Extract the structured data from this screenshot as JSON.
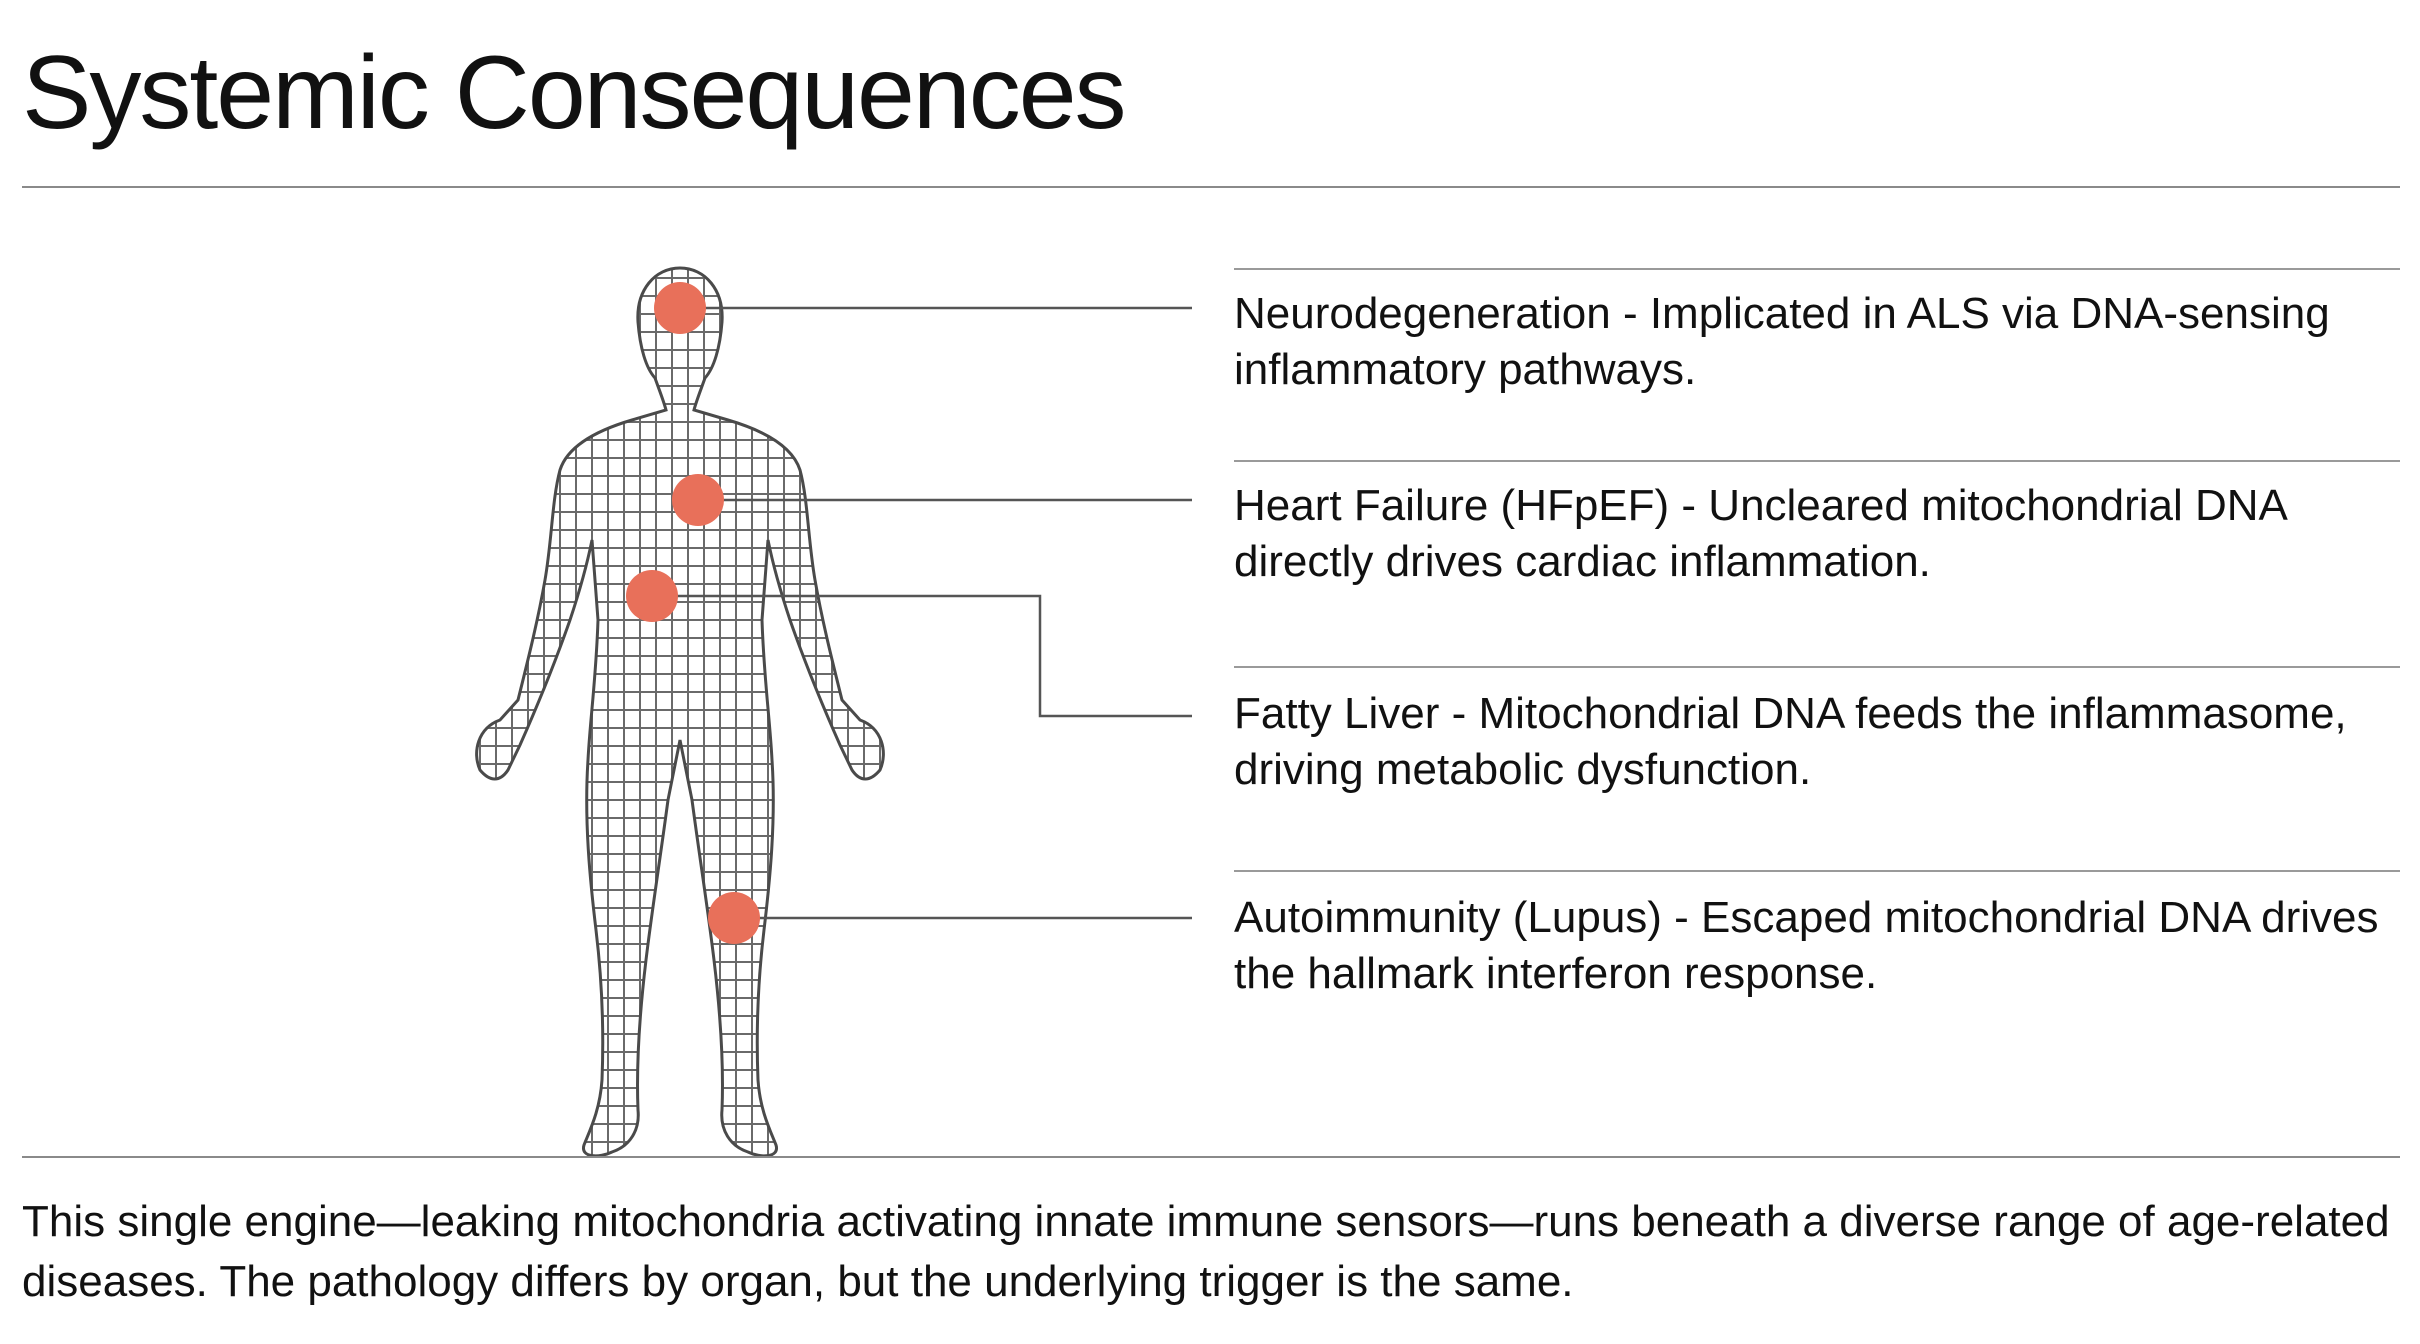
{
  "title": "Systemic Consequences",
  "items": [
    {
      "text": "Neurodegeneration - Implicated in ALS via DNA-sensing inflammatory pathways."
    },
    {
      "text": "Heart Failure (HFpEF) - Uncleared mitochondrial DNA directly drives cardiac inflammation."
    },
    {
      "text": "Fatty Liver - Mitochondrial DNA feeds the inflammasome, driving metabolic dysfunction."
    },
    {
      "text": "Autoimmunity (Lupus) - Escaped mitochondrial DNA drives the hallmark interferon response."
    }
  ],
  "footer": "This single engine—leaking mitochondria activating innate immune sensors—runs beneath a diverse range of age-related diseases. The pathology differs by organ, but the underlying trigger is the same.",
  "colors": {
    "marker": "#e8705a",
    "line": "#555555",
    "rule": "#9a9a9a",
    "figure": "#5a5a5a"
  },
  "icons": {
    "figure": "human-body-wireframe-icon"
  }
}
